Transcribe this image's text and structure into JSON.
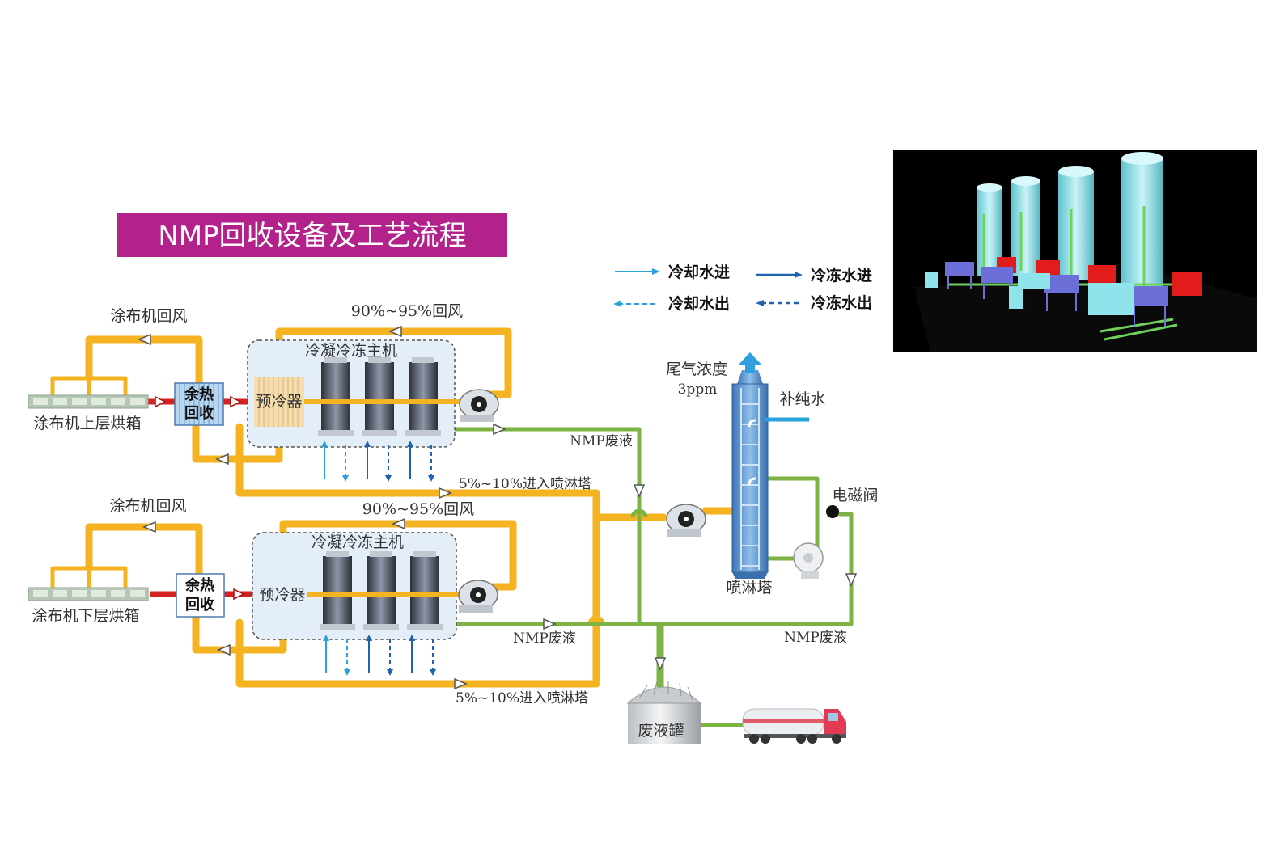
{
  "title": "NMP回收设备及工艺流程",
  "colors": {
    "title_bg": "#b3218b",
    "hot_air": "#f5b322",
    "waste": "#7cb342",
    "exhaust": "#d32222",
    "cooling_water": "#29a3dc",
    "chilled_water": "#1f63b0",
    "tower": "#4f8fc9"
  },
  "legend": {
    "cool_in": "冷却水进",
    "cool_out": "冷却水出",
    "chill_in": "冷冻水进",
    "chill_out": "冷冻水出"
  },
  "upper": {
    "return_air": "涂布机回风",
    "oven": "涂布机上层烘箱",
    "heat_recovery": [
      "余热",
      "回收"
    ],
    "precooler": "预冷器",
    "chiller": "冷凝冷冻主机",
    "recirculation": "90%~95%回风",
    "to_tower": "5%~10%进入喷淋塔",
    "waste_liquid": "NMP废液"
  },
  "lower": {
    "return_air": "涂布机回风",
    "oven": "涂布机下层烘箱",
    "heat_recovery": [
      "余热",
      "回收"
    ],
    "precooler": "预冷器",
    "chiller": "冷凝冷冻主机",
    "recirculation": "90%~95%回风",
    "to_tower": "5%~10%进入喷淋塔",
    "waste_liquid": "NMP废液"
  },
  "tower": {
    "exhaust_label": "尾气浓度",
    "exhaust_value": "3ppm",
    "makeup_water": "补纯水",
    "name": "喷淋塔",
    "valve": "电磁阀",
    "waste_liquid": "NMP废液"
  },
  "tank": "废液罐"
}
